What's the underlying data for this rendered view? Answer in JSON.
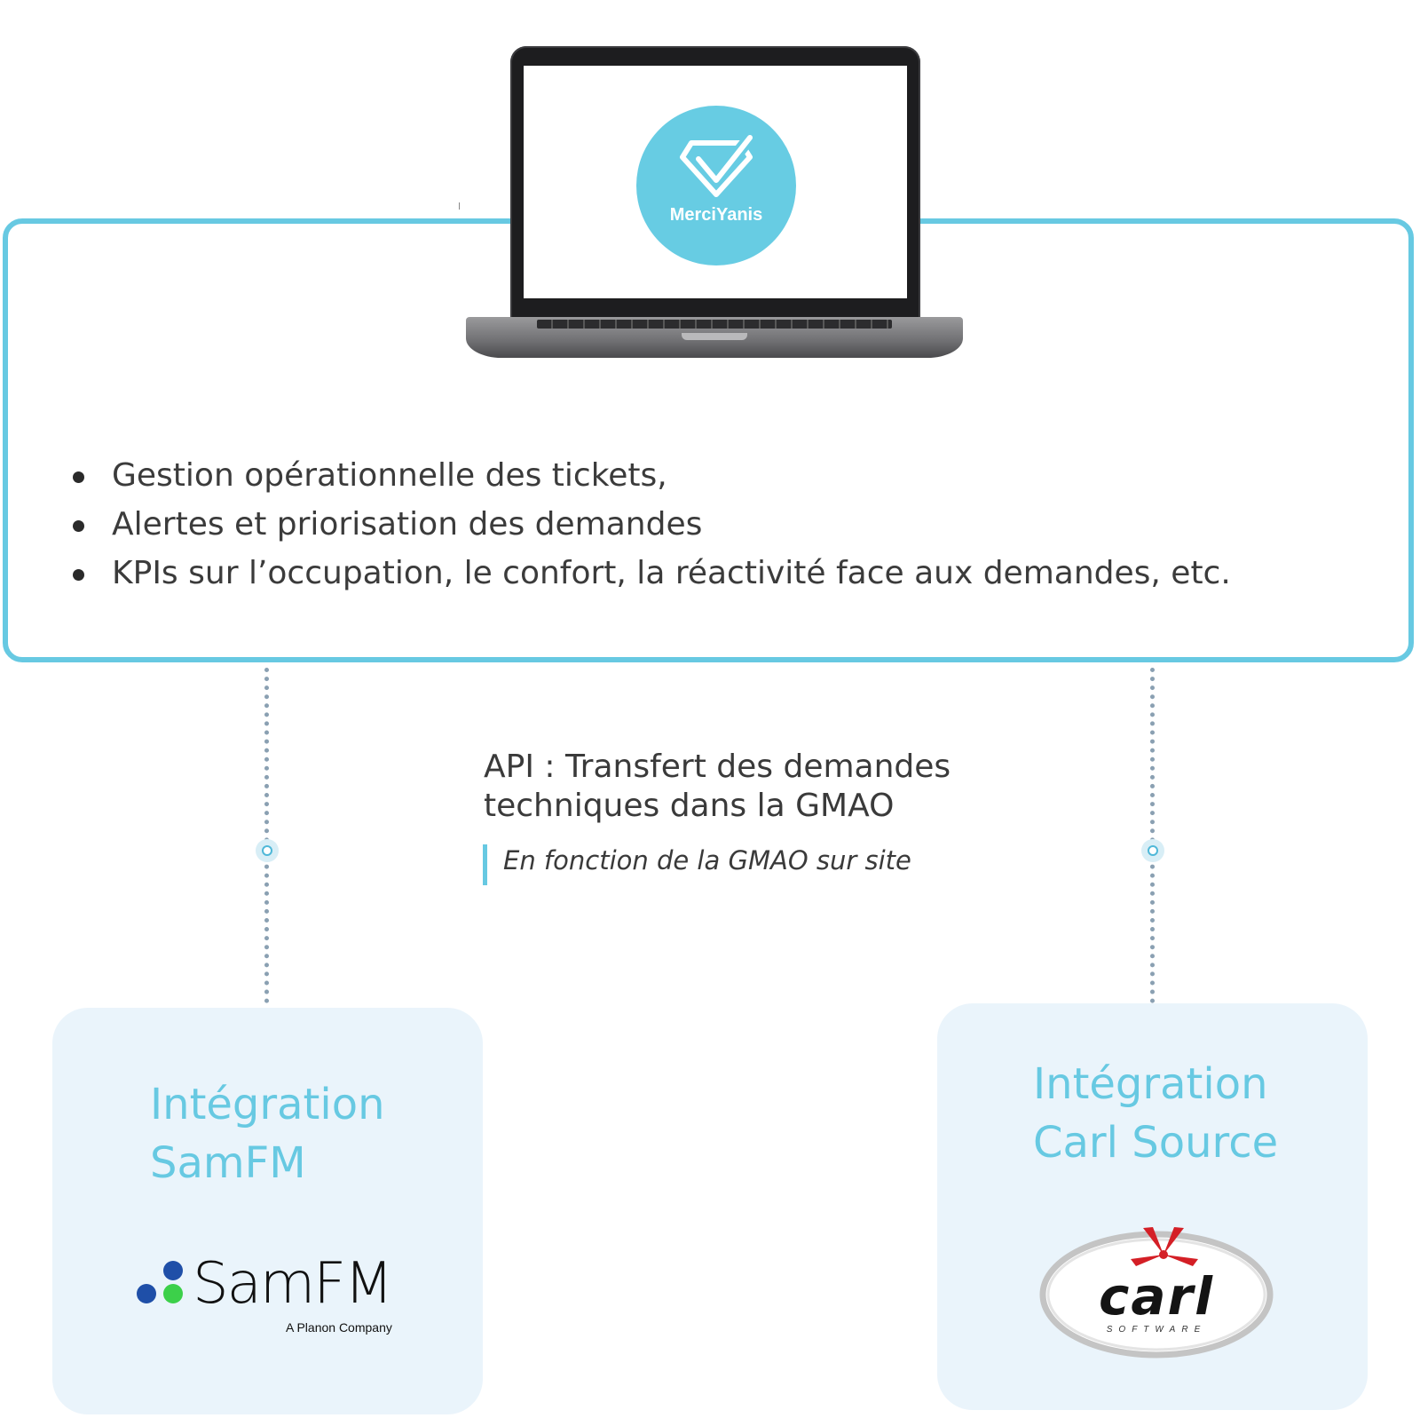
{
  "laptop": {
    "logo_text": "MerciYanis"
  },
  "features": [
    "Gestion opérationnelle des tickets,",
    "Alertes et priorisation des demandes",
    "KPIs sur l’occupation, le confort, la réactivité face aux demandes, etc."
  ],
  "api": {
    "title_line1": "API : Transfert des demandes",
    "title_line2": "techniques dans la GMAO",
    "note": "En fonction de la GMAO sur site"
  },
  "integrations": [
    {
      "title_line1": "Intégration",
      "title_line2": "SamFM",
      "logo_text": "SamFM",
      "logo_subtext": "A Planon Company"
    },
    {
      "title_line1": "Intégration",
      "title_line2": "Carl Source",
      "logo_text": "carl",
      "logo_subtext": "SOFTWARE"
    }
  ],
  "colors": {
    "accent": "#67c9e2",
    "card_bg": "#eaf4fb",
    "text": "#3a3a3a",
    "samfm_blue": "#1f4fa8",
    "samfm_green": "#3cd04a",
    "carl_red": "#d41f26"
  }
}
